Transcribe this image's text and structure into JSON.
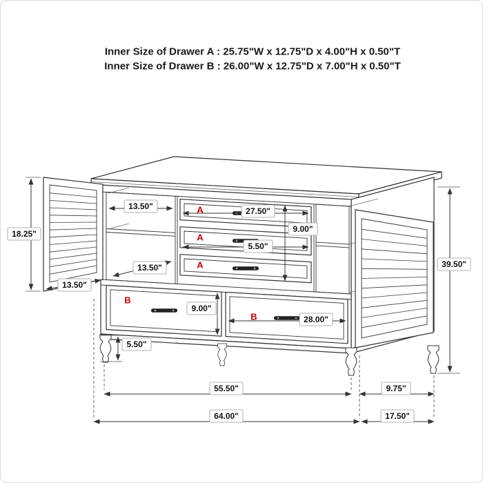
{
  "header": {
    "line1": "Inner Size of Drawer A : 25.75\"W x 12.75\"D x 4.00\"H x 0.50\"T",
    "line2": "Inner Size of Drawer B : 26.00\"W x 12.75\"D x 7.00\"H x 0.50\"T"
  },
  "labels": {
    "drawer_a": "A",
    "drawer_b": "B"
  },
  "colors": {
    "drawer_label": "#c40000",
    "line": "#333333",
    "background": "#ffffff",
    "border": "#d9d9d9"
  },
  "dimensions": {
    "door_height": "18.25\"",
    "left_opening_width": "13.50\"",
    "drawer_a_opening_width": "27.50\"",
    "drawer_a_stack_height": "9.00\"",
    "drawer_a_front_height": "5.50\"",
    "shelf_depth": "13.50\"",
    "door_width": "13.50\"",
    "drawer_b_height": "9.00\"",
    "drawer_b_width": "28.00\"",
    "overall_height": "39.50\"",
    "foot_height": "5.50\"",
    "leg_span_width": "55.50\"",
    "side_leg_span": "9.75\"",
    "overall_width": "64.00\"",
    "overall_depth": "17.50\""
  }
}
